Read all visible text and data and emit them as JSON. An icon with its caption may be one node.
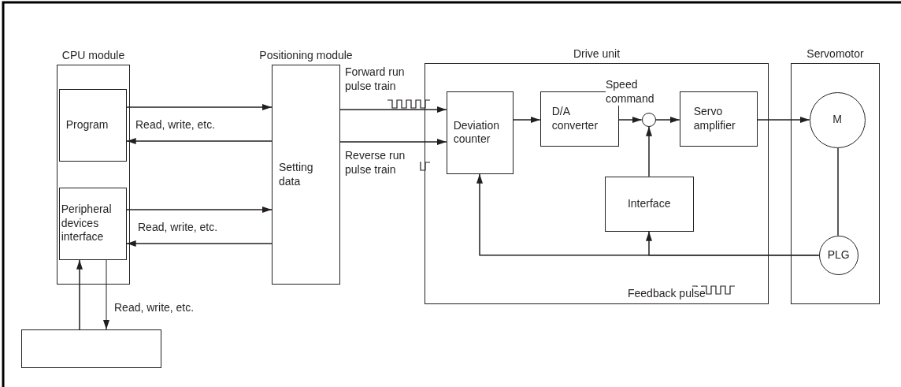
{
  "diagram": {
    "nodes": [
      {
        "text": [
          "CPU module"
        ]
      },
      {
        "text": [
          "Program"
        ],
        "in": 0
      },
      {
        "text": [
          "Peripheral devices interface"
        ],
        "in": 0
      },
      {
        "text": [
          "Positioning module",
          "Setting data"
        ]
      },
      {
        "text": [
          "Drive unit"
        ]
      },
      {
        "text": [
          "Deviation counter"
        ],
        "in": 4
      },
      {
        "text": [
          "D/A converter"
        ],
        "in": 4
      },
      {
        "text": [],
        "shape": "circle",
        "in": 4
      },
      {
        "text": [
          "Servo amplifier"
        ],
        "in": 4
      },
      {
        "text": [
          "Interface"
        ],
        "in": 4
      },
      {
        "text": [
          "Servomotor"
        ]
      },
      {
        "text": [
          "M"
        ],
        "in": 10
      },
      {
        "text": [
          "PLG"
        ],
        "in": 10
      },
      {
        "text": [],
        "shape": "box"
      }
    ],
    "edges": [
      {
        "from": 1,
        "to": 3,
        "arrow": "to"
      },
      {
        "from": 3,
        "to": 1,
        "arrow": "to",
        "label": "Read, write, etc."
      },
      {
        "from": 2,
        "to": 3,
        "arrow": "to"
      },
      {
        "from": 3,
        "to": 2,
        "arrow": "to",
        "label": "Read, write, etc."
      },
      {
        "from": 13,
        "to": 2,
        "arrow": "to"
      },
      {
        "from": 2,
        "to": 13,
        "arrow": "to",
        "label": "Read, write, etc."
      },
      {
        "from": 3,
        "to": 5,
        "arrow": "to",
        "label": "Forward run pulse train"
      },
      {
        "from": 3,
        "to": 5,
        "arrow": "to",
        "label": "Reverse run pulse train"
      },
      {
        "from": 5,
        "to": 6,
        "arrow": "to"
      },
      {
        "from": 6,
        "to": 7,
        "arrow": "to",
        "label": "Speed command"
      },
      {
        "from": 7,
        "to": 8,
        "arrow": "to"
      },
      {
        "from": 9,
        "to": 7,
        "arrow": "to"
      },
      {
        "from": 8,
        "to": 11,
        "arrow": "to"
      },
      {
        "from": 11,
        "to": 12,
        "arrow": "none"
      },
      {
        "from": 12,
        "to": 5,
        "arrow": "to",
        "label": "Feedback pulse"
      },
      {
        "from": 12,
        "to": 9,
        "arrow": "to"
      }
    ]
  }
}
